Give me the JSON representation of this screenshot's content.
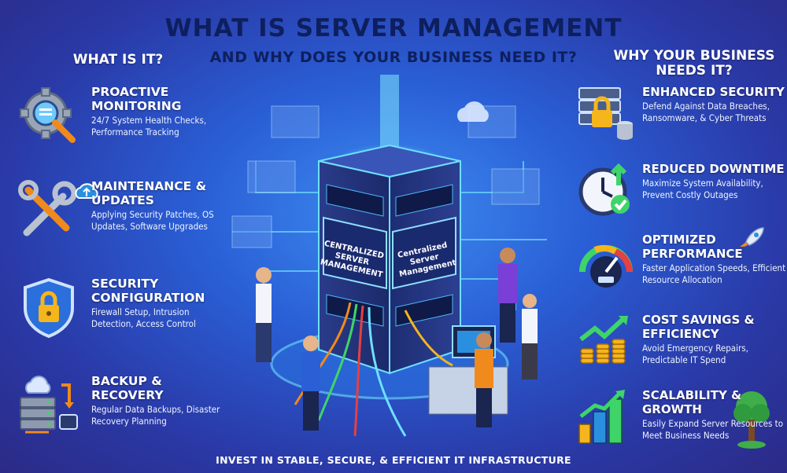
{
  "header": {
    "title": "WHAT IS SERVER MANAGEMENT",
    "subtitle": "AND WHY DOES YOUR BUSINESS NEED IT?"
  },
  "left": {
    "heading": "WHAT IS IT?",
    "items": [
      {
        "title": "Proactive Monitoring",
        "desc": "24/7 System Health Checks, Performance Tracking",
        "icon": "gear-magnifier-icon"
      },
      {
        "title": "Maintenance & Updates",
        "desc": "Applying Security Patches, OS Updates, Software Upgrades",
        "icon": "tools-cloud-icon"
      },
      {
        "title": "Security Configuration",
        "desc": "Firewall Setup, Intrusion Detection, Access Control",
        "icon": "shield-lock-icon"
      },
      {
        "title": "Backup & Recovery",
        "desc": "Regular Data Backups, Disaster Recovery Planning",
        "icon": "server-backup-icon"
      }
    ]
  },
  "right": {
    "heading": "WHY YOUR BUSINESS NEEDS IT?",
    "items": [
      {
        "title": "Enhanced Security",
        "desc": "Defend Against Data Breaches, Ransomware, & Cyber Threats",
        "icon": "lock-database-icon"
      },
      {
        "title": "Reduced Downtime",
        "desc": "Maximize System Availability, Prevent Costly Outages",
        "icon": "clock-check-icon"
      },
      {
        "title": "Optimized Performance",
        "desc": "Faster Application Speeds, Efficient Resource Allocation",
        "icon": "gauge-rocket-icon"
      },
      {
        "title": "Cost Savings & Efficiency",
        "desc": "Avoid Emergency Repairs, Predictable IT Spend",
        "icon": "coins-chart-icon"
      },
      {
        "title": "Scalability & Growth",
        "desc": "Easily Expand Server Resources to Meet Business Needs",
        "icon": "buildings-tree-icon"
      }
    ]
  },
  "center": {
    "label_left": "CENTRALIZED SERVER MANAGEMENT",
    "label_right": "Centralized Server Management"
  },
  "footer": "INVEST IN STABLE, SECURE, & EFFICIENT IT INFRASTRUCTURE",
  "colors": {
    "title": "#0e1f5e",
    "accent": "#3fd4ff",
    "orange": "#f08a1c"
  }
}
